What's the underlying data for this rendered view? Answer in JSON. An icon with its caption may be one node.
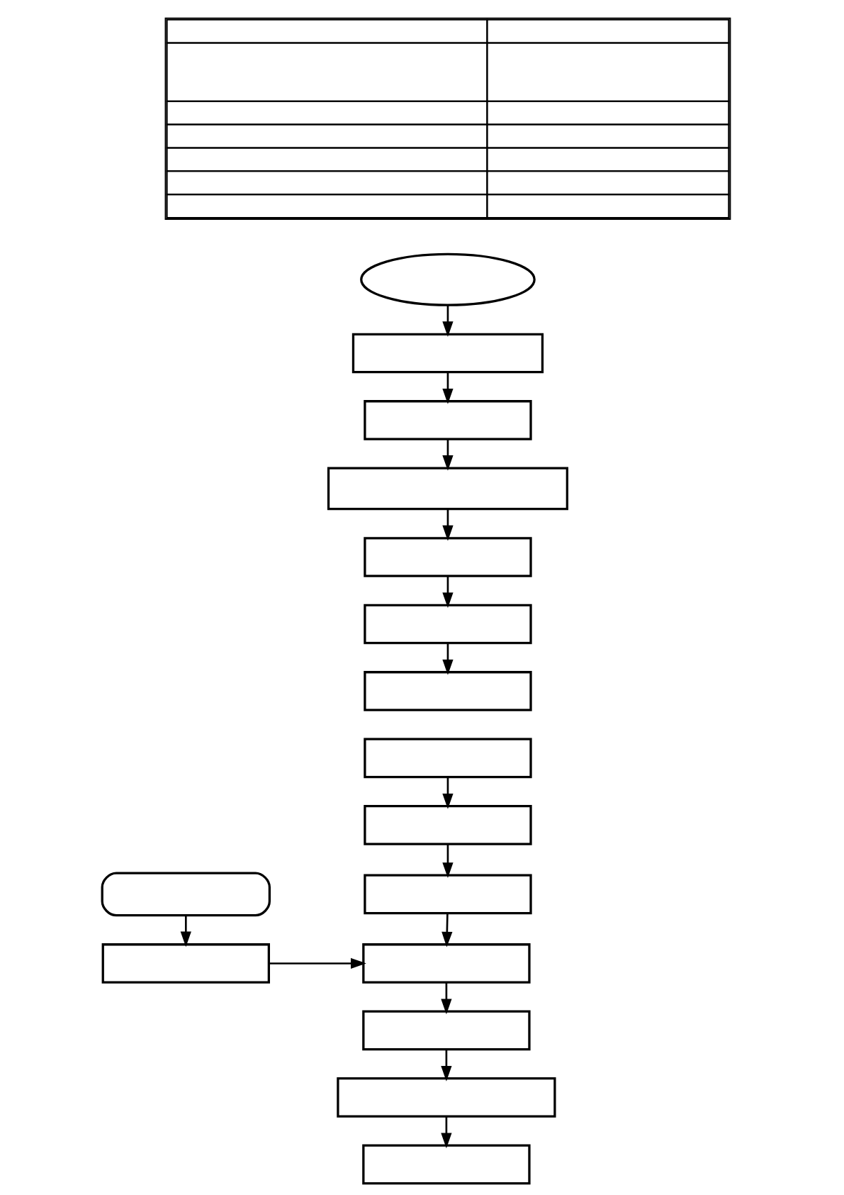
{
  "diagram": {
    "nodes": [
      {
        "text": [],
        "shape": "table"
      },
      {
        "text": [],
        "shape": "ellipse"
      },
      {
        "text": [],
        "shape": "box"
      },
      {
        "text": [],
        "shape": "box"
      },
      {
        "text": [],
        "shape": "box"
      },
      {
        "text": [],
        "shape": "box"
      },
      {
        "text": [],
        "shape": "box"
      },
      {
        "text": [],
        "shape": "box"
      },
      {
        "text": [],
        "shape": "box"
      },
      {
        "text": [],
        "shape": "box"
      },
      {
        "text": [],
        "shape": "box"
      },
      {
        "text": [],
        "shape": "rounded"
      },
      {
        "text": [],
        "shape": "box"
      },
      {
        "text": [],
        "shape": "box"
      },
      {
        "text": [],
        "shape": "box"
      },
      {
        "text": [],
        "shape": "box"
      },
      {
        "text": [],
        "shape": "box"
      }
    ],
    "edges": [
      {
        "from": 1,
        "to": 2,
        "arrow": "to"
      },
      {
        "from": 2,
        "to": 3,
        "arrow": "to"
      },
      {
        "from": 3,
        "to": 4,
        "arrow": "to"
      },
      {
        "from": 4,
        "to": 5,
        "arrow": "to"
      },
      {
        "from": 5,
        "to": 6,
        "arrow": "to"
      },
      {
        "from": 6,
        "to": 7,
        "arrow": "to"
      },
      {
        "from": 8,
        "to": 9,
        "arrow": "to"
      },
      {
        "from": 9,
        "to": 10,
        "arrow": "to"
      },
      {
        "from": 10,
        "to": 12,
        "arrow": "to"
      },
      {
        "from": 11,
        "to": 13,
        "arrow": "to"
      },
      {
        "from": 13,
        "to": 12,
        "arrow": "to"
      },
      {
        "from": 12,
        "to": 14,
        "arrow": "to"
      },
      {
        "from": 14,
        "to": 15,
        "arrow": "to"
      },
      {
        "from": 15,
        "to": 16,
        "arrow": "to"
      }
    ]
  }
}
